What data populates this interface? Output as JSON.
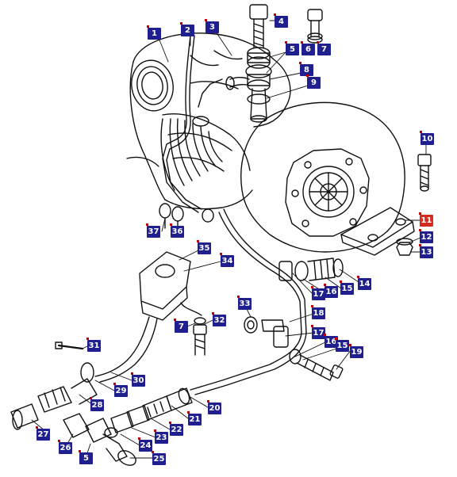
{
  "diagram_type": "exploded parts diagram - turbocharger and oil lines",
  "accent_color": "#1f1f8f",
  "highlight_color": "#d42b1f",
  "selected_part": "11",
  "callouts": [
    {
      "id": "c1",
      "label": "1"
    },
    {
      "id": "c2",
      "label": "2"
    },
    {
      "id": "c3",
      "label": "3"
    },
    {
      "id": "c4",
      "label": "4"
    },
    {
      "id": "c5a",
      "label": "5"
    },
    {
      "id": "c6",
      "label": "6"
    },
    {
      "id": "c7a",
      "label": "7"
    },
    {
      "id": "c8",
      "label": "8"
    },
    {
      "id": "c9",
      "label": "9"
    },
    {
      "id": "c10",
      "label": "10"
    },
    {
      "id": "c11",
      "label": "11"
    },
    {
      "id": "c12",
      "label": "12"
    },
    {
      "id": "c13",
      "label": "13"
    },
    {
      "id": "c14",
      "label": "14"
    },
    {
      "id": "c15a",
      "label": "15"
    },
    {
      "id": "c16a",
      "label": "16"
    },
    {
      "id": "c17a",
      "label": "17"
    },
    {
      "id": "c18",
      "label": "18"
    },
    {
      "id": "c17b",
      "label": "17"
    },
    {
      "id": "c16b",
      "label": "16"
    },
    {
      "id": "c15b",
      "label": "15"
    },
    {
      "id": "c19",
      "label": "19"
    },
    {
      "id": "c20",
      "label": "20"
    },
    {
      "id": "c21",
      "label": "21"
    },
    {
      "id": "c22",
      "label": "22"
    },
    {
      "id": "c23",
      "label": "23"
    },
    {
      "id": "c24",
      "label": "24"
    },
    {
      "id": "c25",
      "label": "25"
    },
    {
      "id": "c5b",
      "label": "5"
    },
    {
      "id": "c26",
      "label": "26"
    },
    {
      "id": "c27",
      "label": "27"
    },
    {
      "id": "c28",
      "label": "28"
    },
    {
      "id": "c29",
      "label": "29"
    },
    {
      "id": "c30",
      "label": "30"
    },
    {
      "id": "c31",
      "label": "31"
    },
    {
      "id": "c7b",
      "label": "7"
    },
    {
      "id": "c32",
      "label": "32"
    },
    {
      "id": "c33",
      "label": "33"
    },
    {
      "id": "c34",
      "label": "34"
    },
    {
      "id": "c35",
      "label": "35"
    },
    {
      "id": "c36",
      "label": "36"
    },
    {
      "id": "c37",
      "label": "37"
    }
  ]
}
